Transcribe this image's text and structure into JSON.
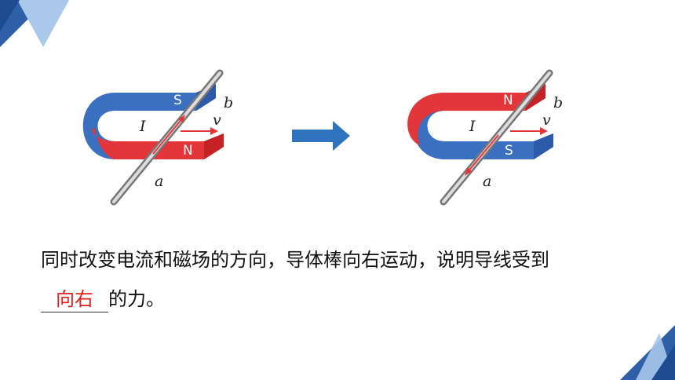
{
  "diagram_left": {
    "top_pole": "S",
    "bottom_pole": "N",
    "label_b": "b",
    "label_a": "a",
    "label_v": "v",
    "label_i": "I"
  },
  "diagram_right": {
    "top_pole": "N",
    "bottom_pole": "S",
    "label_b": "b",
    "label_a": "a",
    "label_v": "v",
    "label_i": "I"
  },
  "text": {
    "line1": "同时改变电流和磁场的方向，导体棒向右运动，说明导线受到",
    "answer": "向右",
    "line2_suffix": "的力。"
  },
  "colors": {
    "blue": "#3b6fc0",
    "red": "#e2363a",
    "arrow": "#2f72bd",
    "accent": "#e0201c"
  }
}
